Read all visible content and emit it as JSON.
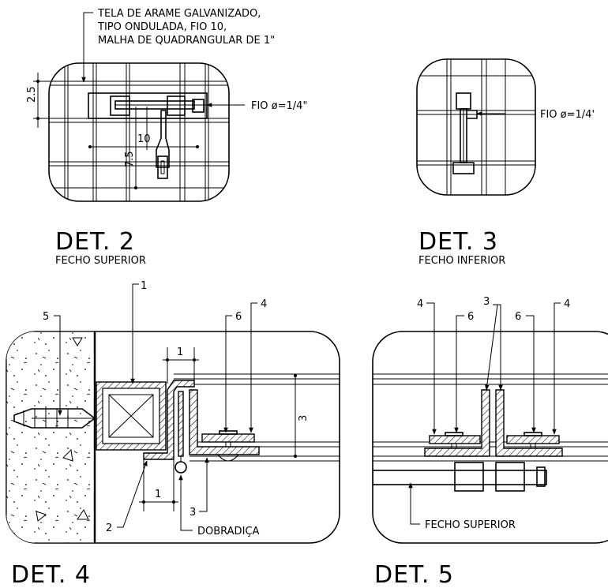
{
  "notes": {
    "mesh_line1": "TELA DE ARAME GALVANIZADO,",
    "mesh_line2": "TIPO ONDULADA, FIO 10,",
    "mesh_line3": "MALHA DE QUADRANGULAR DE 1\"",
    "wire_det2": "FIO ø=1/4\"",
    "wire_det3": "FIO ø=1/4'",
    "hinge": "DOBRADIÇA",
    "top_latch": "FECHO SUPERIOR"
  },
  "dimensions": {
    "d2_vertical": "2.5",
    "d2_ten": "10",
    "d2_seven_five": "7.5",
    "d4_top_one": "1",
    "d4_bottom_one": "1",
    "d4_three": "3"
  },
  "details": [
    {
      "title": "DET. 2",
      "subtitle": "FECHO SUPERIOR"
    },
    {
      "title": "DET. 3",
      "subtitle": "FECHO INFERIOR"
    },
    {
      "title": "DET. 4",
      "subtitle": ""
    },
    {
      "title": "DET. 5",
      "subtitle": ""
    }
  ],
  "callouts_det4": [
    "1",
    "2",
    "3",
    "4",
    "5",
    "6"
  ],
  "callouts_det5": [
    "4",
    "6",
    "3",
    "6",
    "4"
  ]
}
